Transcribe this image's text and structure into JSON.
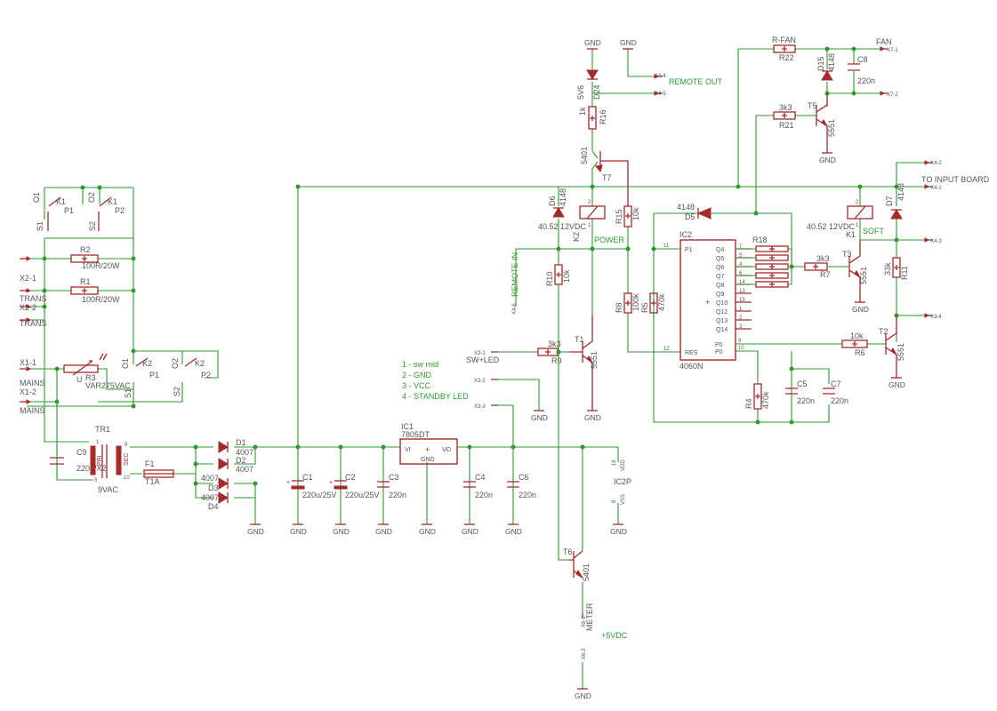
{
  "notes": [
    "1 - sw mid",
    "2 - GND",
    "3 - VCC",
    "4 - STANDBY LED"
  ],
  "nets": {
    "remote_out": "REMOTE OUT",
    "remote_in": "REMOTE IN",
    "fan": "FAN",
    "to_input_board": "TO INPUT BOARD",
    "soft": "SOFT",
    "power": "POWER",
    "sw_led": "SW+LED",
    "trans1": "TRANS",
    "trans2": "TRANS",
    "mains1": "MAINS",
    "mains2": "MAINS",
    "meter": "METER",
    "svdc": "+5VDC"
  },
  "connectors": {
    "x4_4": "X4-4",
    "x4_5": "X4-5",
    "x4_6": "X4-6",
    "x7_1": "X7-1",
    "x7_2": "X7-2",
    "x4_1": "X4-1",
    "x4_2": "X4-2",
    "x4_3": "X4-3",
    "x3_1": "X3-1",
    "x3_2": "X3-2",
    "x3_3": "X3-3",
    "x3_4": "X3-4",
    "x2_1": "X2-1",
    "x2_2": "X2-2",
    "x1_1": "X1-1",
    "x1_2": "X1-2",
    "x6_1": "X6-1",
    "x6_2": "X6-2"
  },
  "components": {
    "K1a": {
      "name": "K1",
      "p1": "P1",
      "s": "S1",
      "o": "O1"
    },
    "K1b": {
      "name": "K1",
      "p1": "P2",
      "s": "S2",
      "o": "O2"
    },
    "K2a": {
      "name": "K2",
      "p1": "P1",
      "s": "S1",
      "o": "O1"
    },
    "K2b": {
      "name": "K2",
      "p1": "P2",
      "s": "S2",
      "o": "O2"
    },
    "R2": {
      "name": "R2",
      "value": "100R/20W"
    },
    "R1": {
      "name": "R1",
      "value": "100R/20W"
    },
    "R3": {
      "name": "R3",
      "value": "VAR275VAC",
      "u": "U"
    },
    "TR1": {
      "name": "TR1",
      "value": "9VAC",
      "pri": "PRI",
      "sec": "SEC",
      "p1": "1",
      "p5": "5",
      "p9": "9",
      "p10": "10"
    },
    "C9": {
      "name": "C9",
      "value": "220n/X2"
    },
    "F1": {
      "name": "F1",
      "value": "T1A"
    },
    "D1": {
      "name": "D1",
      "value": "4007"
    },
    "D2": {
      "name": "D2",
      "value": "4007"
    },
    "D3": {
      "name": "D3",
      "value": "4007"
    },
    "D4": {
      "name": "D4",
      "value": "4007"
    },
    "C1": {
      "name": "C1",
      "value": "220u/25V"
    },
    "C2": {
      "name": "C2",
      "value": "220u/25V"
    },
    "C3": {
      "name": "C3",
      "value": "220n"
    },
    "IC1": {
      "name": "IC1",
      "value": "7805DT",
      "vi": "VI",
      "vo": "VO",
      "gnd": "GND"
    },
    "C4": {
      "name": "C4",
      "value": "220n"
    },
    "C6": {
      "name": "C6",
      "value": "220n"
    },
    "IC2P": {
      "name": "IC2P",
      "vdd": "VDD",
      "vss": "VSS",
      "p16": "16",
      "p8": "8"
    },
    "D24": {
      "name": "D24",
      "value": "5V6"
    },
    "R16": {
      "name": "R16",
      "value": "1k"
    },
    "T7": {
      "name": "T7",
      "value": "5401"
    },
    "D6": {
      "name": "D6",
      "value": "4148"
    },
    "K2coil": {
      "name": "K2",
      "value": "40.52 12VDC"
    },
    "R15": {
      "name": "R15",
      "value": "10k"
    },
    "R10": {
      "name": "R10",
      "value": "10k"
    },
    "R9": {
      "name": "R9",
      "value": "3k3"
    },
    "T1": {
      "name": "T1",
      "value": "5551"
    },
    "R8": {
      "name": "R8",
      "value": "100k"
    },
    "R5": {
      "name": "R5",
      "value": "470k"
    },
    "D5": {
      "name": "D5",
      "value": "4148"
    },
    "IC2": {
      "name": "IC2",
      "value": "4060N"
    },
    "R18": {
      "name": "R18"
    },
    "R4": {
      "name": "R4",
      "value": "470k"
    },
    "C5": {
      "name": "C5",
      "value": "220n"
    },
    "C7": {
      "name": "C7",
      "value": "220n"
    },
    "R6": {
      "name": "R6",
      "value": "10k"
    },
    "T2": {
      "name": "T2",
      "value": "5551"
    },
    "R22": {
      "name": "R22",
      "value": "R-FAN"
    },
    "D15": {
      "name": "D15",
      "value": "4148"
    },
    "C8": {
      "name": "C8",
      "value": "220n"
    },
    "R21": {
      "name": "R21",
      "value": "3k3"
    },
    "T5": {
      "name": "T5",
      "value": "5551"
    },
    "D7": {
      "name": "D7",
      "value": "4148"
    },
    "K1coil": {
      "name": "K1",
      "value": "40.52 12VDC"
    },
    "R7": {
      "name": "R7",
      "value": "3k3"
    },
    "T3": {
      "name": "T3",
      "value": "5551"
    },
    "R11": {
      "name": "R11",
      "value": "33k"
    },
    "T6": {
      "name": "T6",
      "value": "5401"
    }
  },
  "ic2_pins": {
    "left": [
      {
        "num": "11",
        "name": "P1"
      },
      {
        "num": "12",
        "name": "RES"
      }
    ],
    "right_q": [
      "Q4",
      "Q5",
      "Q6",
      "Q7",
      "Q8",
      "Q9",
      "Q10",
      "Q12",
      "Q13",
      "Q14"
    ],
    "right_q_nums": [
      "7",
      "5",
      "4",
      "6",
      "14",
      "13",
      "15",
      "1",
      "2",
      "3"
    ],
    "right_p": [
      {
        "num": "9",
        "name": "P0"
      },
      {
        "num": "10",
        "name": "P0"
      }
    ]
  },
  "gnd_label": "GND"
}
